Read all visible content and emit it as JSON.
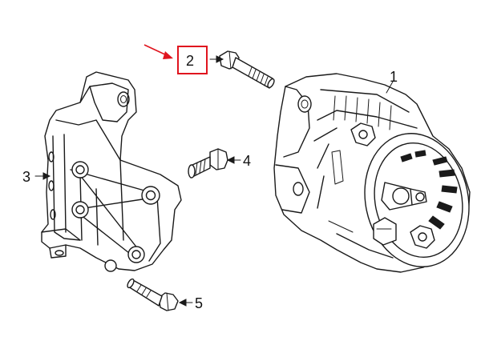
{
  "diagram": {
    "callouts": [
      {
        "id": "1",
        "label": "1"
      },
      {
        "id": "2",
        "label": "2",
        "highlighted": true
      },
      {
        "id": "3",
        "label": "3"
      },
      {
        "id": "4",
        "label": "4"
      },
      {
        "id": "5",
        "label": "5"
      }
    ],
    "highlight_color": "#e0141e",
    "line_color": "#1a1a1a"
  }
}
